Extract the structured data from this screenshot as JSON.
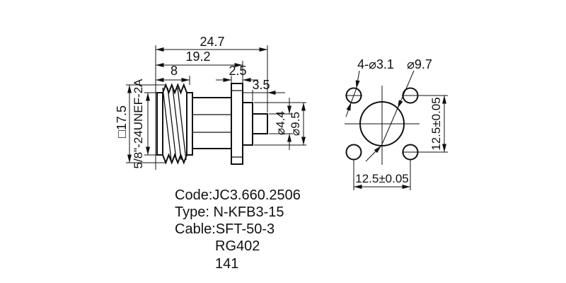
{
  "page": {
    "background": "#ffffff",
    "line_color": "#111111"
  },
  "side_view": {
    "dim_overall_length": "24.7",
    "dim_body_length": "19.2",
    "dim_thread_length": "8",
    "dim_flange_thickness": "2.5",
    "dim_pin_length": "3.5",
    "dim_nut_across_flats": "□17.5",
    "thread_spec": "5/8\"-24UNEF-2A",
    "dim_pin_diameter": "⌀4.4",
    "dim_boss_diameter": "⌀9.5"
  },
  "front_view": {
    "dim_mounting_holes": "4-⌀3.1",
    "dim_center_hole_diameter": "⌀9.7",
    "dim_hole_spacing_vertical": "12.5±0.05",
    "dim_hole_spacing_horizontal": "12.5±0.05"
  },
  "notes": {
    "code": "Code:JC3.660.2506",
    "type": "Type: N-KFB3-15",
    "cable": "Cable:SFT-50-3",
    "cable_alt_1": "RG402",
    "cable_alt_2": "141"
  }
}
